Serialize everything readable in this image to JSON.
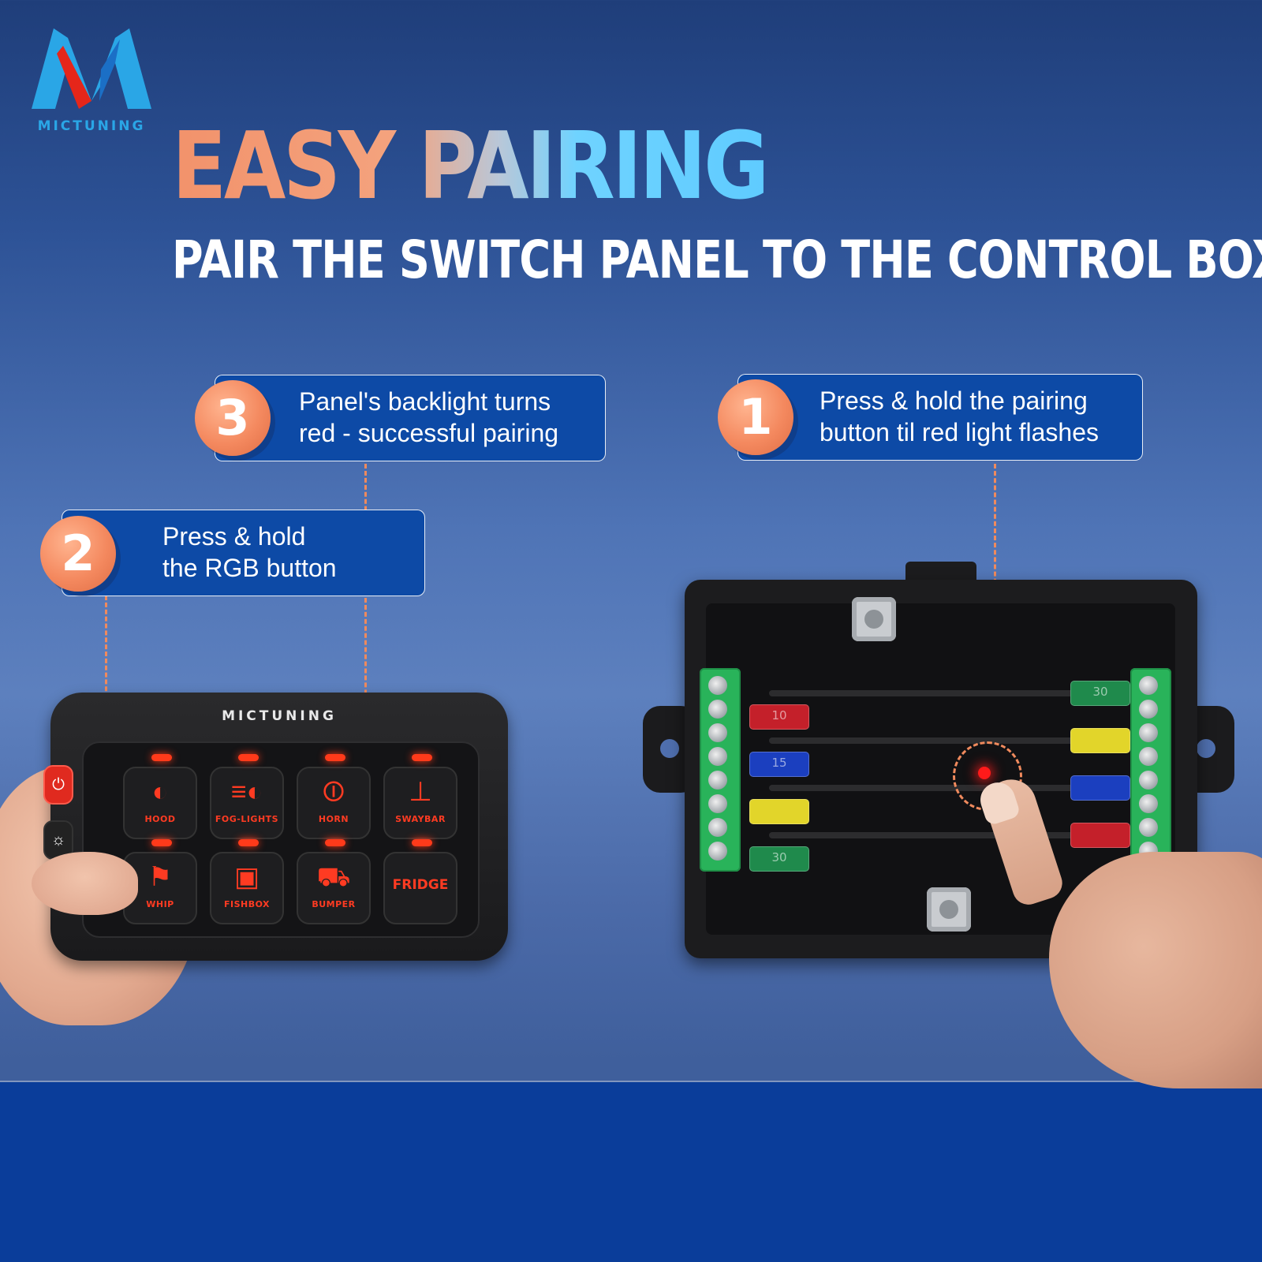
{
  "brand": {
    "name": "MICTUNING",
    "logo_colors": {
      "red": "#e5261a",
      "blue": "#2aa6e6"
    }
  },
  "headline": "EASY PAIRING",
  "subheadline": "PAIR THE SWITCH PANEL TO THE CONTROL BOX",
  "steps": [
    {
      "number": "1",
      "lines": [
        "Press & hold the pairing",
        "button til red light flashes"
      ]
    },
    {
      "number": "2",
      "lines": [
        "Press & hold",
        "the RGB button"
      ]
    },
    {
      "number": "3",
      "lines": [
        "Panel's backlight turns",
        "red - successful pairing"
      ]
    }
  ],
  "switch_panel": {
    "brand_label": "MICTUNING",
    "side_buttons": [
      {
        "name": "power",
        "icon": "power-icon"
      },
      {
        "name": "rgb",
        "icon": "sun-icon"
      }
    ],
    "switches": [
      {
        "label": "HOOD",
        "icon": "headlight-icon"
      },
      {
        "label": "FOG-LIGHTS",
        "icon": "fog-light-icon"
      },
      {
        "label": "HORN",
        "icon": "horn-icon"
      },
      {
        "label": "SWAYBAR",
        "icon": "swaybar-icon"
      },
      {
        "label": "WHIP",
        "icon": "flag-icon"
      },
      {
        "label": "FISHBOX",
        "icon": "fish-icon"
      },
      {
        "label": "BUMPER",
        "icon": "car-front-icon"
      },
      {
        "label": "FRIDGE",
        "icon": ""
      }
    ],
    "backlight_color": "#ff3b22"
  },
  "control_box": {
    "fuses_left": [
      {
        "rating": "10",
        "color": "#c4202a"
      },
      {
        "rating": "15",
        "color": "#1b3fbf"
      },
      {
        "rating": "",
        "color": "#e2d52a"
      },
      {
        "rating": "30",
        "color": "#1f8a4c"
      }
    ],
    "fuses_right": [
      {
        "rating": "30",
        "color": "#1f8a4c"
      },
      {
        "rating": "",
        "color": "#e2d52a"
      },
      {
        "rating": "",
        "color": "#1b3fbf"
      },
      {
        "rating": "",
        "color": "#c4202a"
      }
    ],
    "pairing_led_color": "#ff1a1a"
  },
  "colors": {
    "accent_orange": "#f08a5d",
    "callout_blue": "#0d4aa6",
    "bottom_band": "#0a3d9a"
  }
}
